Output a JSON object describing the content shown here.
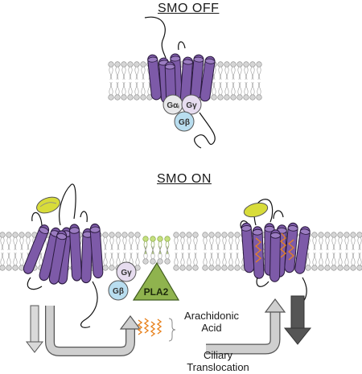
{
  "titles": {
    "off": "SMO OFF",
    "on": "SMO ON"
  },
  "proteins": {
    "galpha_i": "Gαᵢ",
    "gamma": "Gγ",
    "beta": "Gβ",
    "pla2": "PLA2"
  },
  "labels": {
    "arachidonic_line1": "Arachidonic",
    "arachidonic_line2": "Acid",
    "ciliary_line1": "Ciliary",
    "ciliary_line2": "Translocation"
  },
  "colors": {
    "helix_fill": "#7d5aa8",
    "helix_stroke": "#2a1a3e",
    "lipid_head": "#d6d6d6",
    "ligand": "#d8dc3a",
    "galpha": "#e8e8ea",
    "gamma": "#e6dcef",
    "beta": "#b9def0",
    "pla2": "#8fb34e",
    "pla2_lipid": "#c5e07e",
    "fatty_acid": "#e8821e",
    "arrow_light": "#bdbdbd",
    "arrow_dark": "#555555"
  }
}
